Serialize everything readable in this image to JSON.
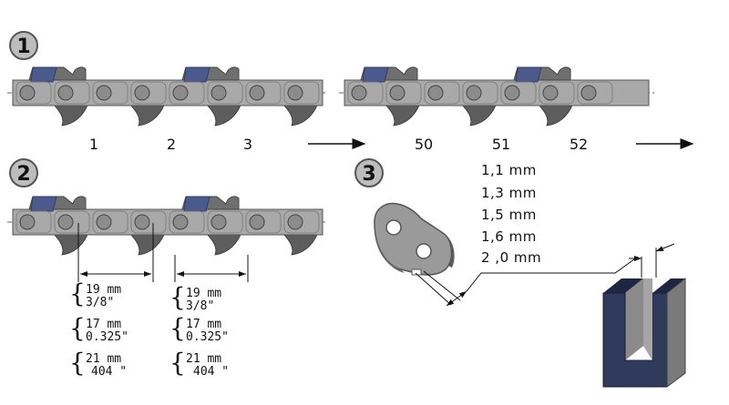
{
  "badges": {
    "one": "1",
    "two": "2",
    "three": "3"
  },
  "link_numbers": [
    "1",
    "2",
    "3",
    "50",
    "51",
    "52"
  ],
  "pitch_options": [
    {
      "mm": "19 mm",
      "inch": "3/8\""
    },
    {
      "mm": "17 mm",
      "inch": "0.325\""
    },
    {
      "mm": "21 mm",
      "inch": "404 \""
    }
  ],
  "gauges": [
    "1,1 mm",
    "1,3 mm",
    "1,5 mm",
    "1,6 mm",
    "2 ,0 mm"
  ],
  "colors": {
    "plate": "#a9a9a9",
    "plate_dark": "#6f6f6f",
    "tooth": "#5d5d5d",
    "cutter": "#4a5a8c",
    "rivet": "#8c8c8c",
    "badge": "#bdbdbd",
    "block_face": "#2f3a5c",
    "block_side": "#7a7a7a"
  }
}
